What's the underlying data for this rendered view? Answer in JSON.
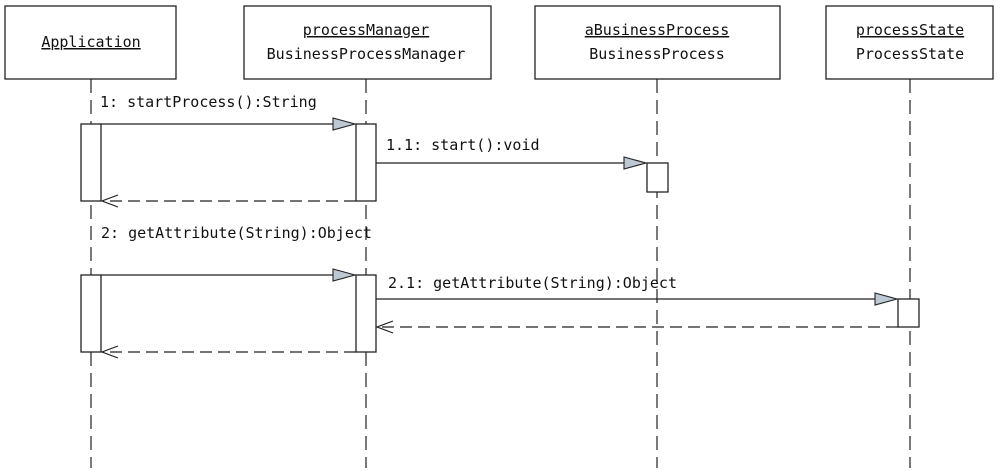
{
  "lifelines": [
    {
      "id": "app",
      "line1": "Application",
      "line2": ""
    },
    {
      "id": "pm",
      "line1": "processManager",
      "line2": "BusinessProcessManager"
    },
    {
      "id": "bp",
      "line1": "aBusinessProcess",
      "line2": "BusinessProcess"
    },
    {
      "id": "ps",
      "line1": "processState",
      "line2": "ProcessState"
    }
  ],
  "messages": [
    {
      "number": "1",
      "label": "1: startProcess():String",
      "from": "Application",
      "to": "processManager"
    },
    {
      "number": "1.1",
      "label": "1.1: start():void",
      "from": "processManager",
      "to": "aBusinessProcess"
    },
    {
      "number": "2",
      "label": "2: getAttribute(String):Object",
      "from": "Application",
      "to": "processManager"
    },
    {
      "number": "2.1",
      "label": "2.1: getAttribute(String):Object",
      "from": "processManager",
      "to": "processState"
    }
  ]
}
